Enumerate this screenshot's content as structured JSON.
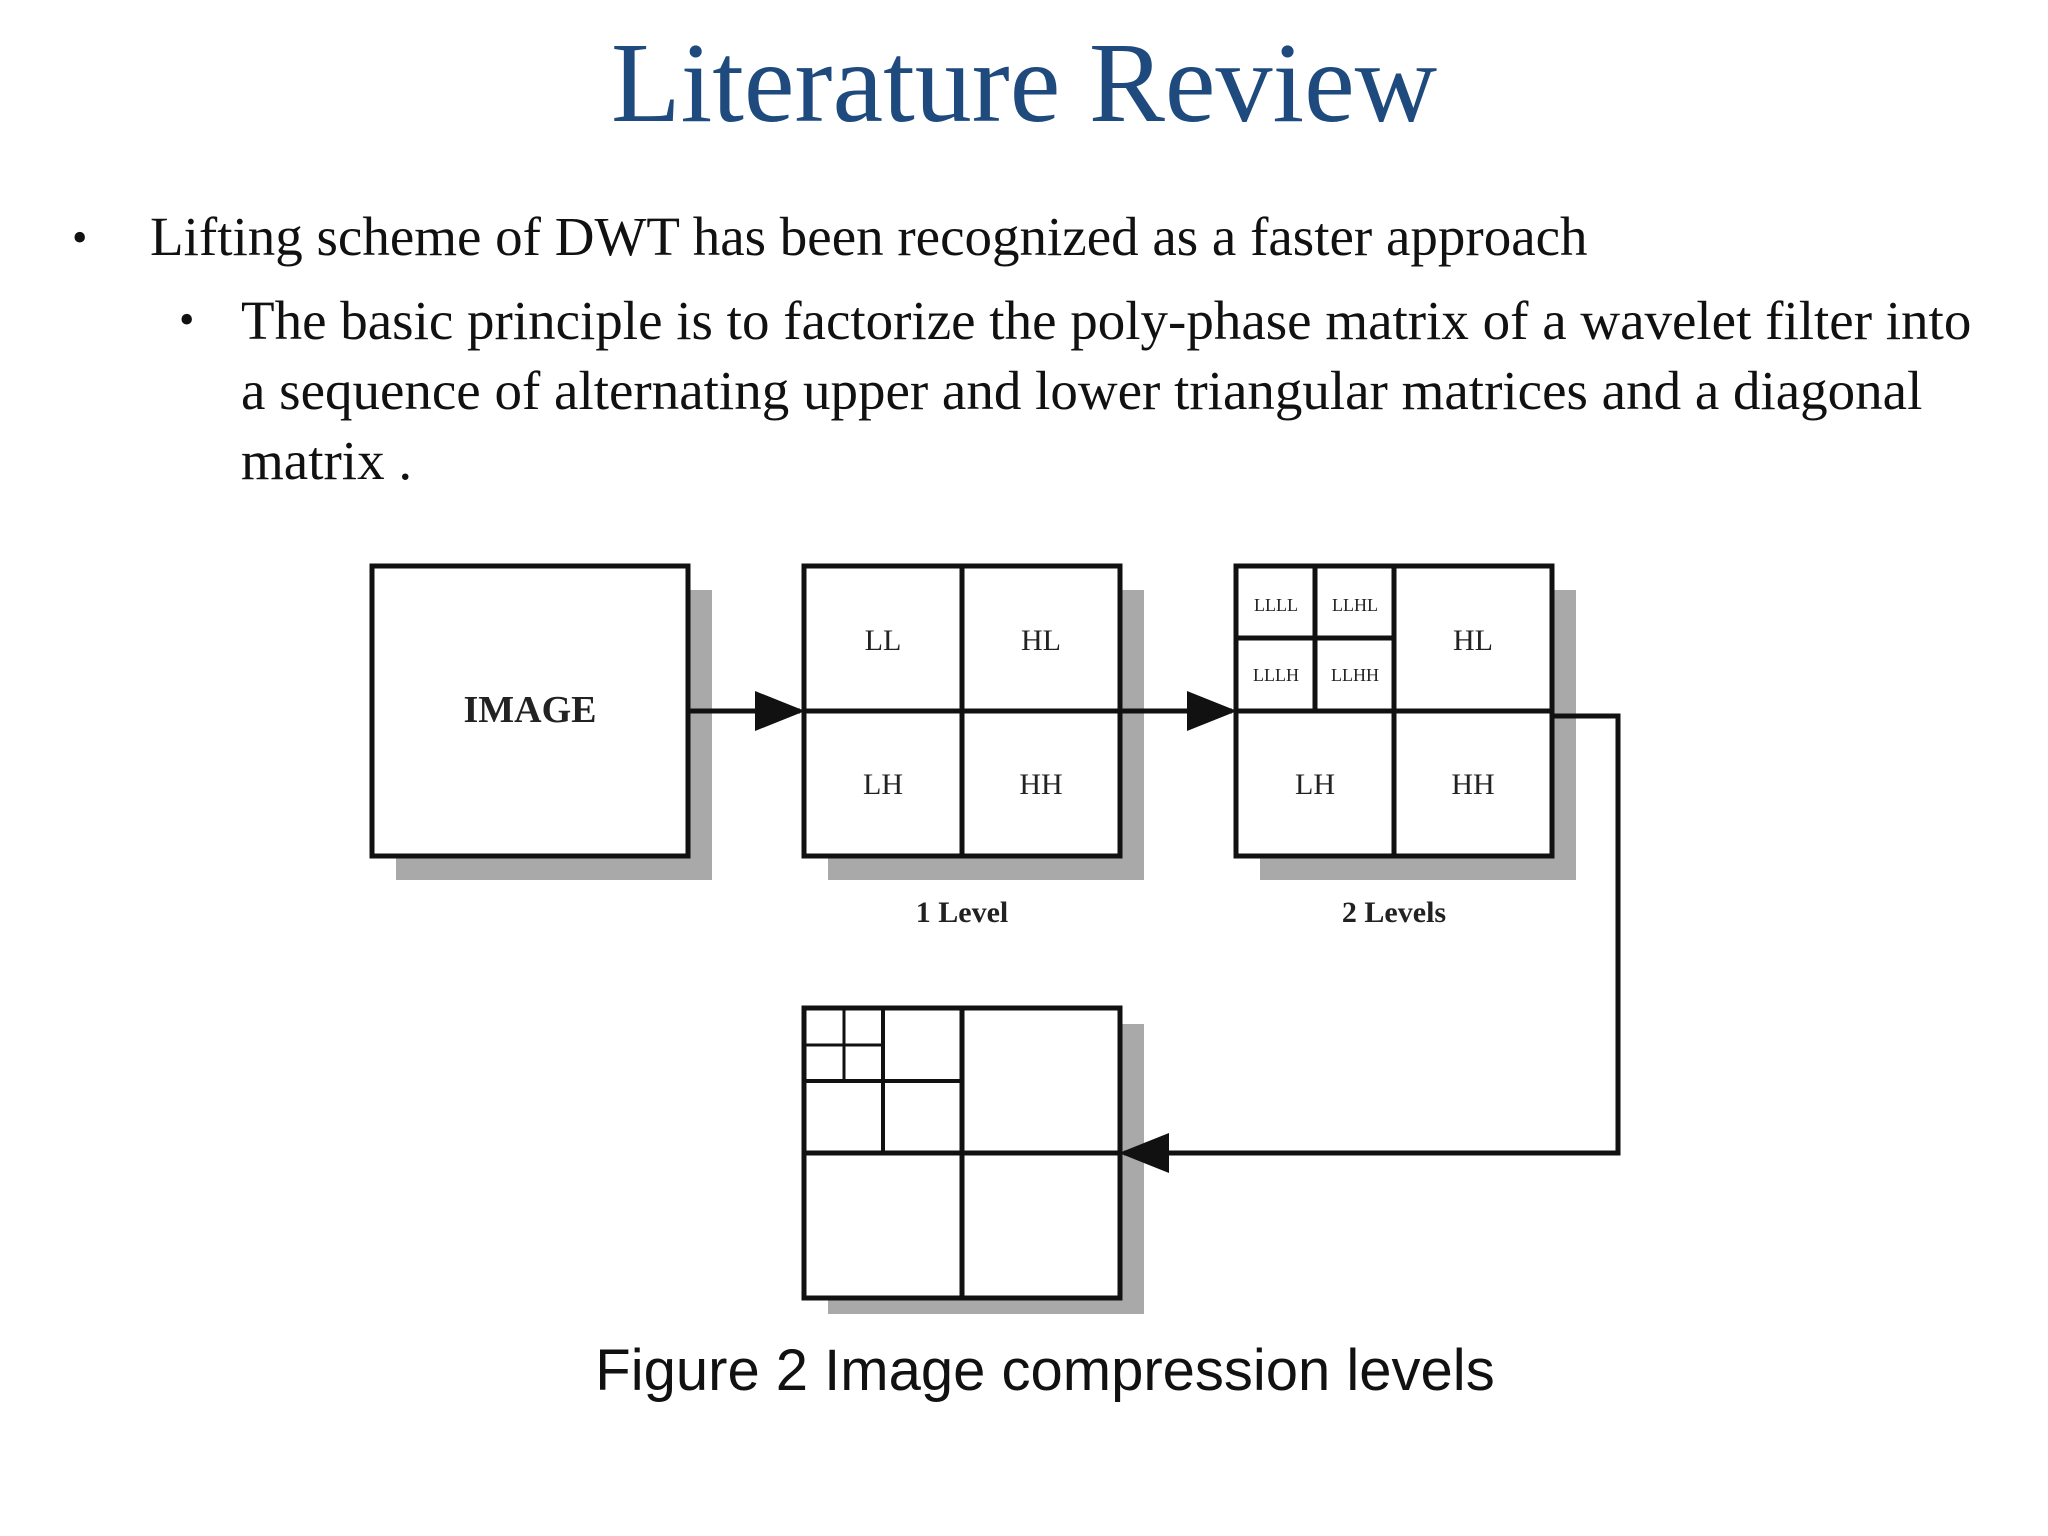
{
  "slide": {
    "title": "Literature Review",
    "bullets": [
      "Lifting scheme of  DWT has been recognized as a faster approach",
      "The basic principle is to factorize the poly-phase matrix of a wavelet filter into a sequence of alternating upper and lower triangular matrices and a diagonal matrix ."
    ],
    "bullet_glyph": "•"
  },
  "diagram": {
    "image_label": "IMAGE",
    "level1": {
      "ll": "LL",
      "hl": "HL",
      "lh": "LH",
      "hh": "HH",
      "caption": "1 Level"
    },
    "level2": {
      "llll": "LLLL",
      "llhl": "LLHL",
      "lllh": "LLLH",
      "llhh": "LLHH",
      "hl": "HL",
      "lh": "LH",
      "hh": "HH",
      "caption": "2 Levels"
    },
    "colors": {
      "stroke": "#111111",
      "shadow": "#a9a9a9"
    }
  },
  "figure_caption": "Figure 2 Image compression levels"
}
